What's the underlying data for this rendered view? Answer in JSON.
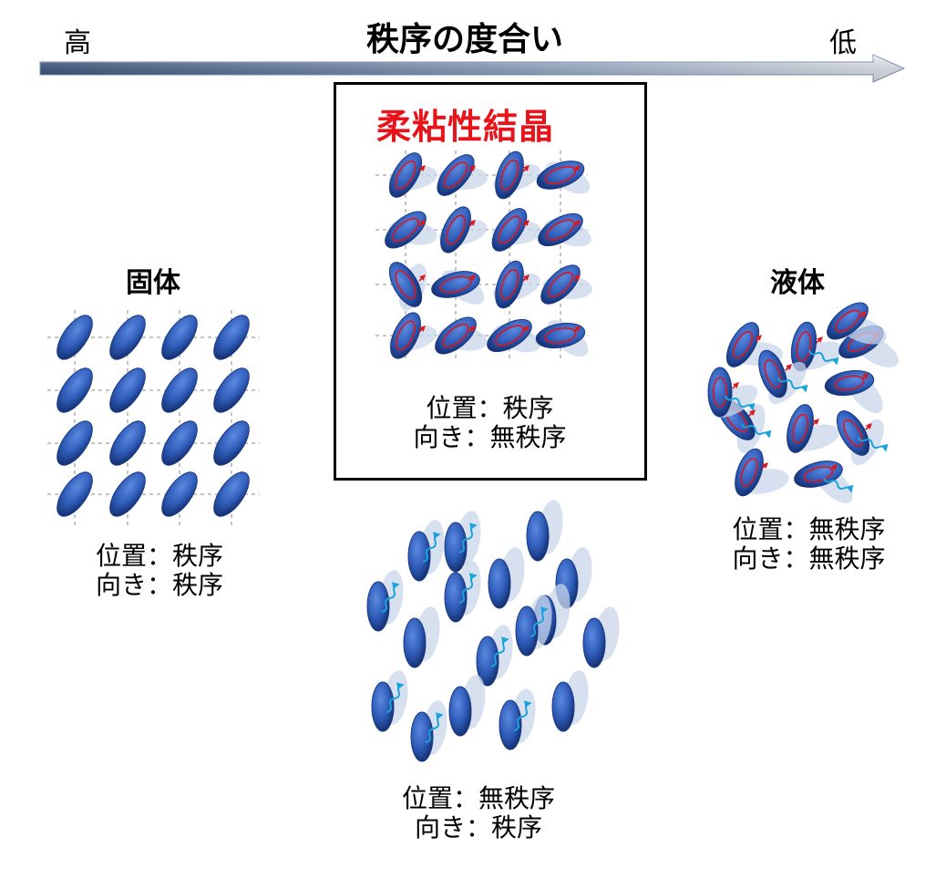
{
  "axis": {
    "title": "秩序の度合い",
    "high_label": "高",
    "low_label": "低"
  },
  "solid": {
    "heading": "固体",
    "position_line": "位置：秩序",
    "orientation_line": "向き：秩序"
  },
  "plastic_crystal": {
    "heading": "柔粘性結晶",
    "position_line": "位置：秩序",
    "orientation_line": "向き：無秩序"
  },
  "liquid_crystal": {
    "position_line": "位置：無秩序",
    "orientation_line": "向き：秩序"
  },
  "liquid": {
    "heading": "液体",
    "position_line": "位置：無秩序",
    "orientation_line": "向き：無秩序"
  },
  "colors": {
    "molecule": "#2f5cb8",
    "molecule_dark": "#1a3a85",
    "ghost": "#c9d6ea",
    "rotation_arrow": "#d9171e",
    "diffusion_arrow": "#1aa3dc",
    "emphasis": "#e8141b",
    "grid": "#888888"
  }
}
